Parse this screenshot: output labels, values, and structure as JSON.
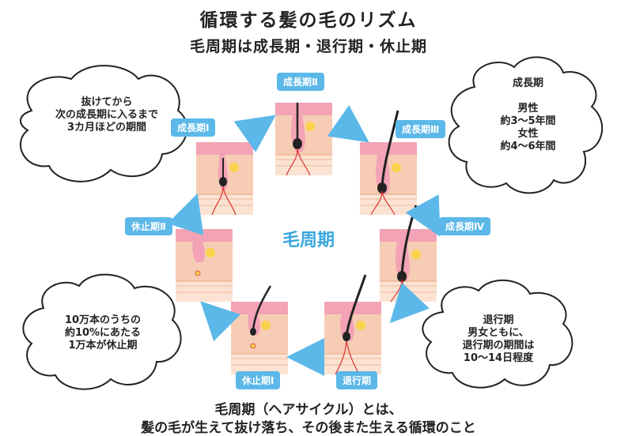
{
  "title": "循環する髪の毛のリズム",
  "subtitle": "毛周期は成長期・退行期・休止期",
  "center_label": "毛周期",
  "stages": {
    "growth1": "成長期Ⅰ",
    "growth2": "成長期Ⅱ",
    "growth3": "成長期Ⅲ",
    "growth4": "成長期Ⅳ",
    "catagen": "退行期",
    "telogen1": "休止期Ⅰ",
    "telogen2": "休止期Ⅱ"
  },
  "bubbles": {
    "top_left": "抜けてから\n次の成長期に入るまで\n3カ月ほどの期間",
    "top_right": "成長期\n\n男性\n約3～5年間\n女性\n約4～6年間",
    "bottom_left": "10万本のうちの\n約10%にあたる\n1万本が休止期",
    "bottom_right": "退行期\n男女ともに、\n退行期の期間は\n10～14日程度"
  },
  "footer": {
    "line1": "毛周期（ヘアサイクル）とは、",
    "line2": "髪の毛が生えて抜け落ち、その後また生える循環のこと"
  },
  "colors": {
    "accent_blue": "#5bb8e8",
    "skin": "#f6cdb4",
    "skin_light": "#fbe3d3",
    "pink": "#ef9cb0"
  }
}
